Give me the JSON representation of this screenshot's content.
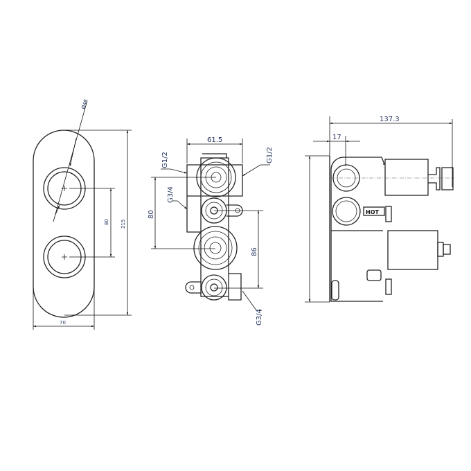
{
  "front_view": {
    "diameter_label": "Ø48",
    "height_label": "215",
    "spacing_label": "80",
    "width_label": "70"
  },
  "rear_view": {
    "width_label": "61.5",
    "top_left_thread": "G1/2",
    "top_right_thread": "G1/2",
    "mid_thread": "G3/4",
    "bottom_thread": "G3/4",
    "left_spacing_label": "80",
    "right_spacing_label": "86"
  },
  "side_view": {
    "depth_label": "137.3",
    "offset_label": "17",
    "hot_label": "HOT"
  }
}
